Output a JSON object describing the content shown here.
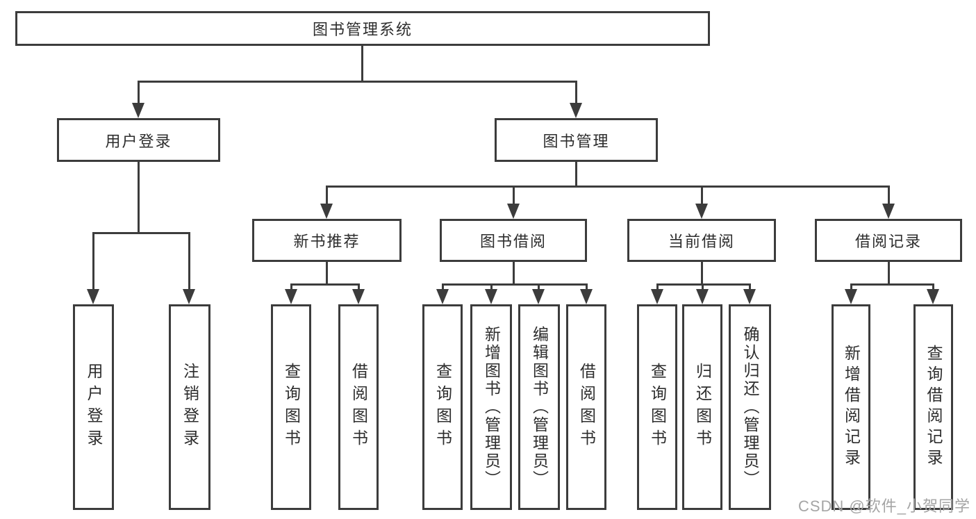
{
  "tree": {
    "label": "图书管理系统",
    "children": [
      {
        "label": "用户登录",
        "children": [
          {
            "label": "用户登录"
          },
          {
            "label": "注销登录"
          }
        ]
      },
      {
        "label": "图书管理",
        "children": [
          {
            "label": "新书推荐",
            "children": [
              {
                "label": "查询图书"
              },
              {
                "label": "借阅图书"
              }
            ]
          },
          {
            "label": "图书借阅",
            "children": [
              {
                "label": "查询图书"
              },
              {
                "label": "新增图书（管理员）"
              },
              {
                "label": "编辑图书（管理员）"
              },
              {
                "label": "借阅图书"
              }
            ]
          },
          {
            "label": "当前借阅",
            "children": [
              {
                "label": "查询图书"
              },
              {
                "label": "归还图书"
              },
              {
                "label": "确认归还（管理员）"
              }
            ]
          },
          {
            "label": "借阅记录",
            "children": [
              {
                "label": "新增借阅记录"
              },
              {
                "label": "查询借阅记录"
              }
            ]
          }
        ]
      }
    ]
  },
  "watermark": {
    "text": "CSDN @软件_小贺同学"
  },
  "colors": {
    "line": "#3c3c3c",
    "box_border": "#3c3c3c",
    "text": "#2d2d2d",
    "watermark": "#a5a5a5",
    "background": "#ffffff"
  }
}
